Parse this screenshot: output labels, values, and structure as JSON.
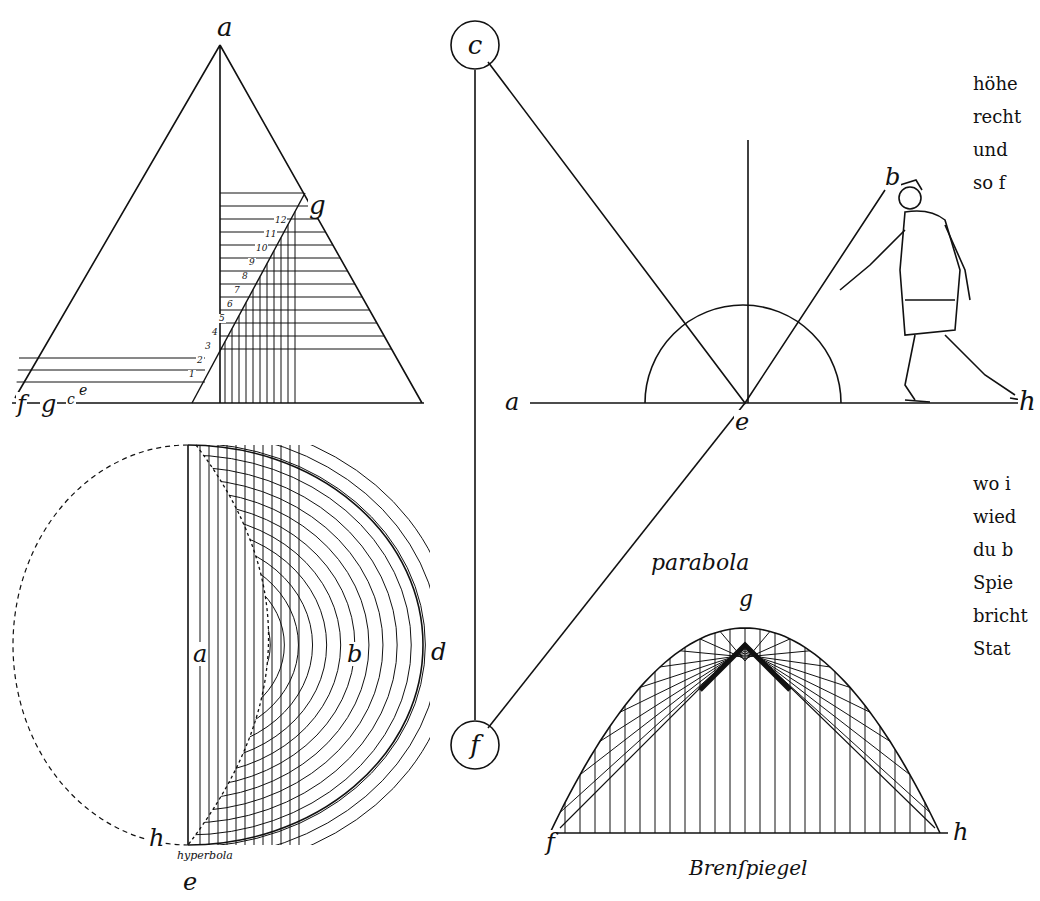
{
  "diagram": {
    "nodes": [
      {
        "text": [
          "c"
        ]
      },
      {
        "text": [
          "f"
        ]
      }
    ],
    "edges": [
      {
        "from": 0,
        "to": 1,
        "arrow": "none"
      }
    ],
    "labels": [
      "a",
      "g",
      "f",
      "g",
      "c",
      "e",
      "1",
      "2",
      "3",
      "4",
      "5",
      "6",
      "7",
      "8",
      "9",
      "10",
      "11",
      "12",
      "a",
      "b",
      "d",
      "h",
      "hyperbola",
      "e",
      "a",
      "e",
      "h",
      "b",
      "parabola",
      "g",
      "f",
      "h",
      "Brenſpiegel",
      "höhe",
      "recht",
      "und",
      "so f",
      "wo i",
      "wied",
      "du b",
      "Spie",
      "bricht",
      "Stat"
    ]
  }
}
